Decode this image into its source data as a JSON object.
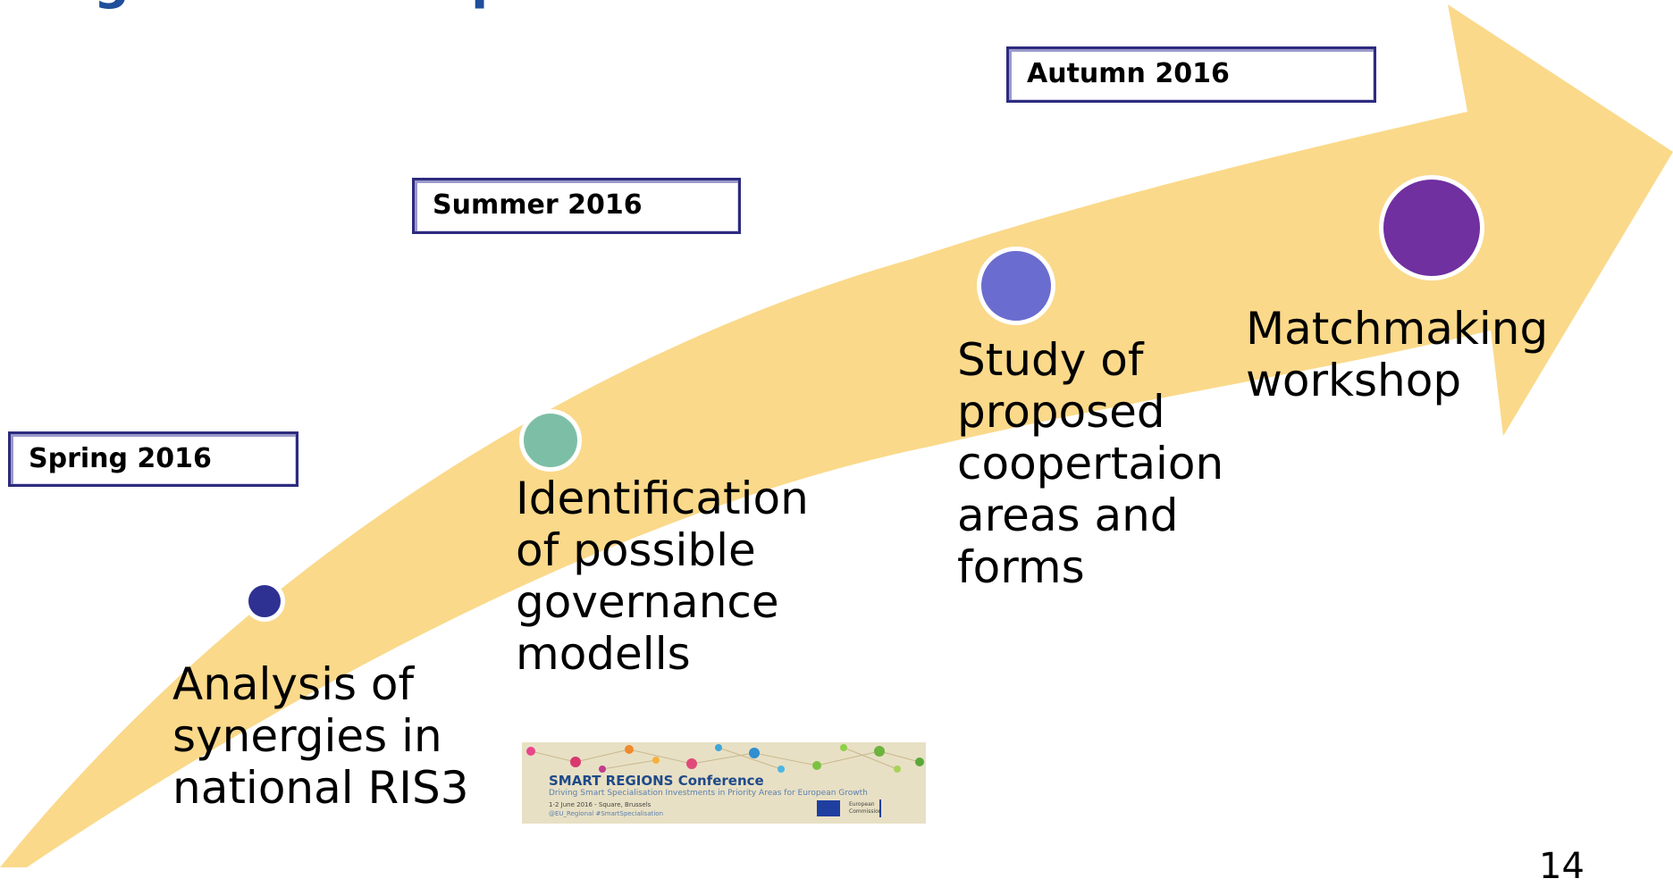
{
  "title_fragment": "Stage of the Cooperation",
  "seasons": {
    "spring": "Spring 2016",
    "summer": "Summer 2016",
    "autumn": "Autumn 2016"
  },
  "steps": [
    {
      "label": "Analysis of\nsynergies in\nnational RIS3",
      "color": "#2e3192"
    },
    {
      "label": "Identification\nof possible\ngovernance\nmodells",
      "color": "#7dbfa6"
    },
    {
      "label": "Study of\nproposed\ncoopertaion\nareas and\nforms",
      "color": "#6b6ccf"
    },
    {
      "label": "Matchmaking\nworkshop",
      "color": "#7030a0"
    }
  ],
  "arrow_color": "#fad98a",
  "conference": {
    "name": "SMART REGIONS Conference",
    "tagline": "Driving Smart Specialisation Investments in Priority Areas for European Growth",
    "date": "1-2 June 2016 - Square, Brussels",
    "handle": "@EU_Regional #SmartSpecialisation",
    "org": "European\nCommission"
  },
  "page_number": "14"
}
